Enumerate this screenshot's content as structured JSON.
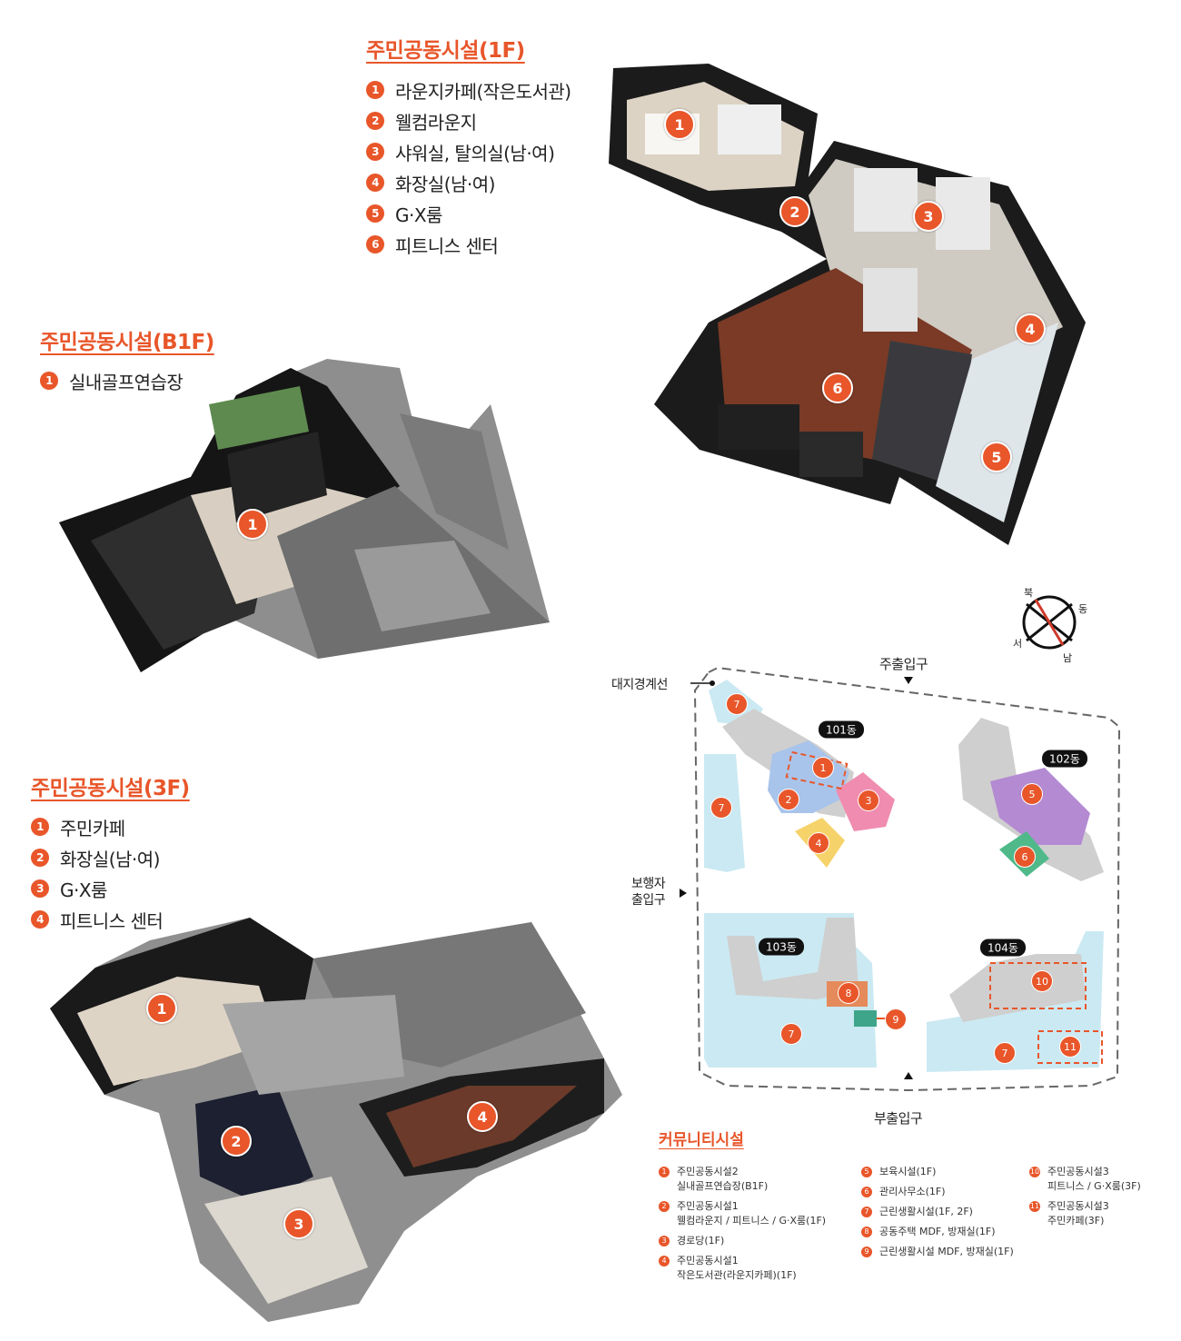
{
  "floor_1f": {
    "title": "주민공동시설(1F)",
    "items": [
      {
        "num": "1",
        "label": "라운지카페(작은도서관)"
      },
      {
        "num": "2",
        "label": "웰컴라운지"
      },
      {
        "num": "3",
        "label": "샤워실, 탈의실(남·여)"
      },
      {
        "num": "4",
        "label": "화장실(남·여)"
      },
      {
        "num": "5",
        "label": "G·X룸"
      },
      {
        "num": "6",
        "label": "피트니스 센터"
      }
    ]
  },
  "floor_b1f": {
    "title": "주민공동시설(B1F)",
    "items": [
      {
        "num": "1",
        "label": "실내골프연습장"
      }
    ]
  },
  "floor_3f": {
    "title": "주민공동시설(3F)",
    "items": [
      {
        "num": "1",
        "label": "주민카페"
      },
      {
        "num": "2",
        "label": "화장실(남·여)"
      },
      {
        "num": "3",
        "label": "G·X룸"
      },
      {
        "num": "4",
        "label": "피트니스 센터"
      }
    ]
  },
  "site_plan": {
    "compass": {
      "north": "북",
      "east": "동",
      "south": "남",
      "west": "서"
    },
    "main_entrance": "주출입구",
    "sub_entrance": "부출입구",
    "pedestrian_entrance": "보행자\n출입구",
    "boundary_label": "대지경계선",
    "buildings": [
      "101동",
      "102동",
      "103동",
      "104동"
    ],
    "colors": {
      "landscape": "#cbe9f2",
      "building": "#cfcfcf",
      "zone2": "#a9c4ea",
      "zone3": "#f08cb0",
      "zone4": "#f6d36a",
      "zone5": "#b48ad3",
      "zone6": "#4fb98a",
      "zone8": "#e58a5a",
      "zone9": "#3fa58a",
      "accent": "#e8562a"
    }
  },
  "community": {
    "title": "커뮤니티시설",
    "col1": [
      {
        "num": "1",
        "lines": [
          "주민공동시설2",
          "실내골프연습장(B1F)"
        ]
      },
      {
        "num": "2",
        "lines": [
          "주민공동시설1",
          "웰컴라운지 / 피트니스 / G·X룸(1F)"
        ]
      },
      {
        "num": "3",
        "lines": [
          "경로당(1F)"
        ]
      },
      {
        "num": "4",
        "lines": [
          "주민공동시설1",
          "작은도서관(라운지카페)(1F)"
        ]
      }
    ],
    "col2": [
      {
        "num": "5",
        "lines": [
          "보육시설(1F)"
        ]
      },
      {
        "num": "6",
        "lines": [
          "관리사무소(1F)"
        ]
      },
      {
        "num": "7",
        "lines": [
          "근린생활시설(1F, 2F)"
        ]
      },
      {
        "num": "8",
        "lines": [
          "공동주택 MDF, 방재실(1F)"
        ]
      },
      {
        "num": "9",
        "lines": [
          "근린생활시설 MDF, 방재실(1F)"
        ]
      }
    ],
    "col3": [
      {
        "num": "10",
        "lines": [
          "주민공동시설3",
          "피트니스 / G·X룸(3F)"
        ]
      },
      {
        "num": "11",
        "lines": [
          "주민공동시설3",
          "주민카페(3F)"
        ]
      }
    ]
  }
}
